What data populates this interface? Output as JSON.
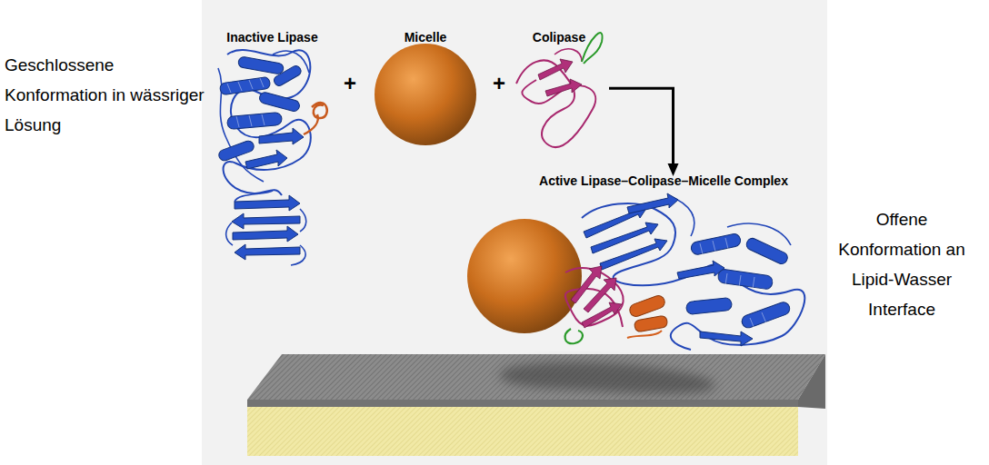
{
  "diagram": {
    "nodes": [
      {
        "text": [
          "Inactive Lipase"
        ]
      },
      {
        "text": [
          "Micelle"
        ]
      },
      {
        "text": [
          "Colipase"
        ]
      },
      {
        "text": [
          "Active Lipase–Colipase–Micelle Complex"
        ]
      }
    ],
    "edges": [
      {
        "from": 2,
        "to": 3,
        "arrow": "to"
      }
    ],
    "labels": [
      "Geschlossene Konformation in wässriger Lösung",
      "+",
      "+",
      "Offene Konformation an Lipid-Wasser Interface"
    ]
  }
}
